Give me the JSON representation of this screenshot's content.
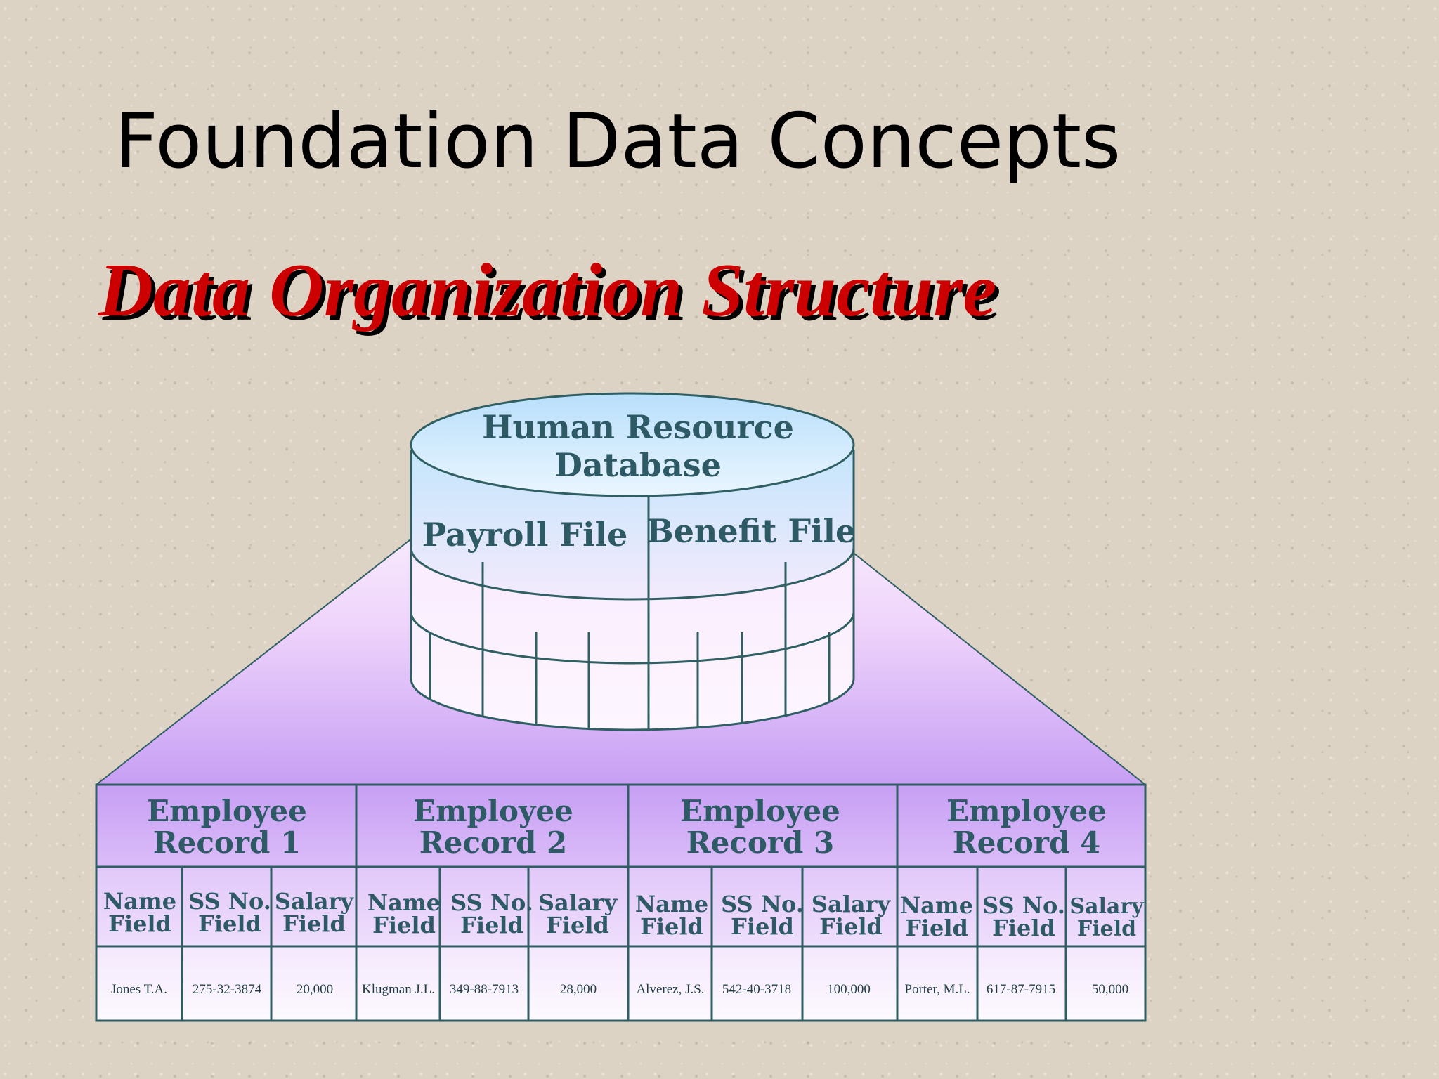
{
  "slide": {
    "title": "Foundation Data Concepts",
    "subtitle": "Data Organization Structure"
  },
  "database": {
    "name_line1": "Human Resource",
    "name_line2": "Database",
    "files": [
      "Payroll File",
      "Benefit File"
    ]
  },
  "records": [
    {
      "label_line1": "Employee",
      "label_line2": "Record 1",
      "name": "Jones T.A.",
      "ssn": "275-32-3874",
      "salary": "20,000"
    },
    {
      "label_line1": "Employee",
      "label_line2": "Record 2",
      "name": "Klugman J.L.",
      "ssn": "349-88-7913",
      "salary": "28,000"
    },
    {
      "label_line1": "Employee",
      "label_line2": "Record 3",
      "name": "Alverez, J.S.",
      "ssn": "542-40-3718",
      "salary": "100,000"
    },
    {
      "label_line1": "Employee",
      "label_line2": "Record 4",
      "name": "Porter, M.L.",
      "ssn": "617-87-7915",
      "salary": "50,000"
    }
  ],
  "fields": [
    {
      "line1": "Name",
      "line2": "Field"
    },
    {
      "line1": "SS No.",
      "line2": "Field"
    },
    {
      "line1": "Salary",
      "line2": "Field"
    }
  ],
  "colors": {
    "title": "#000000",
    "subtitle": "#cc0000",
    "diagram_text": "#2e5a66",
    "outline": "#2f5f63",
    "record_header_fill": "#c9a4f3",
    "cylinder_top": "#c6e6fb"
  }
}
